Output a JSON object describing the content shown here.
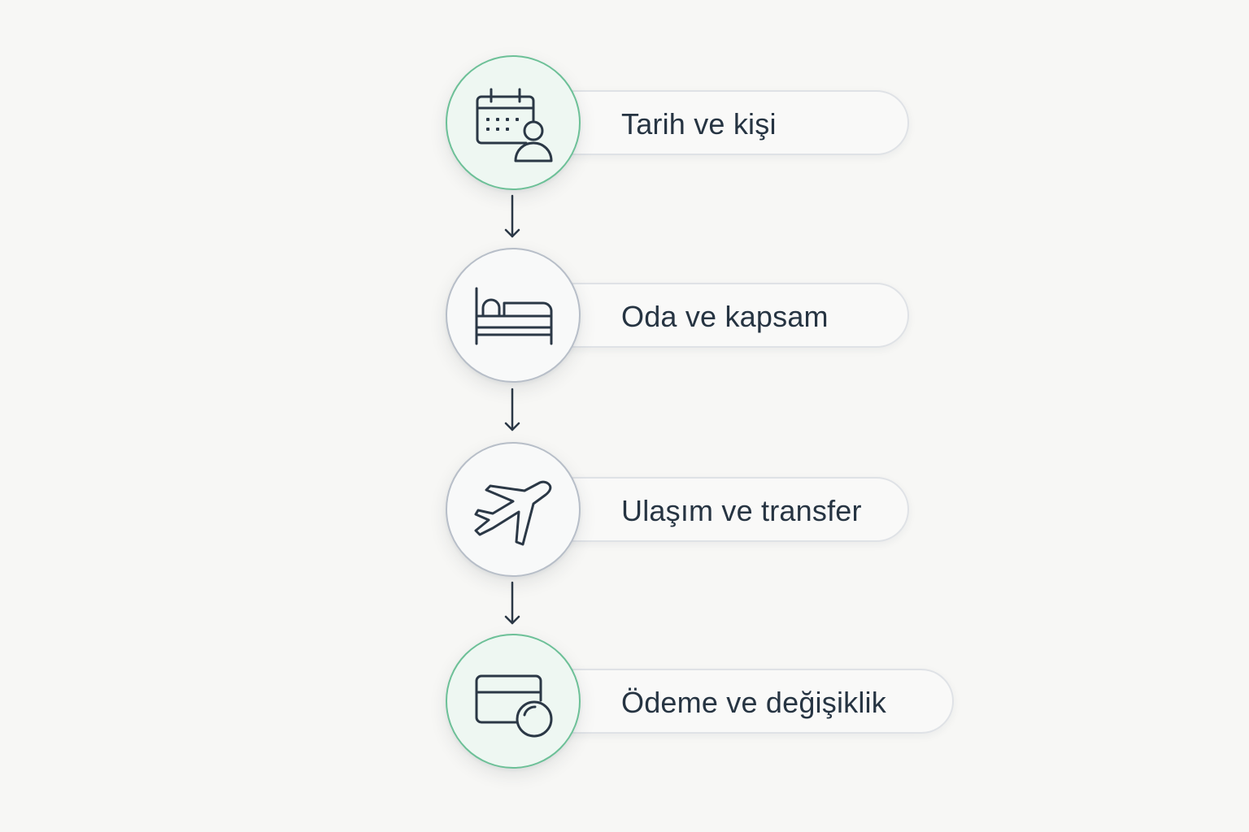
{
  "steps": [
    {
      "label": "Tarih ve kişi",
      "icon": "calendar-person-icon",
      "highlighted": true
    },
    {
      "label": "Oda ve kapsam",
      "icon": "bed-icon",
      "highlighted": false
    },
    {
      "label": "Ulaşım ve transfer",
      "icon": "airplane-icon",
      "highlighted": false
    },
    {
      "label": "Ödeme ve değişiklik",
      "icon": "card-coin-icon",
      "highlighted": true
    }
  ],
  "colors": {
    "background": "#f7f7f5",
    "highlight_border": "#6cc097",
    "highlight_fill": "#eef7f2",
    "neutral_border": "#b7bec8",
    "text": "#263442",
    "icon_stroke": "#2b3846"
  }
}
